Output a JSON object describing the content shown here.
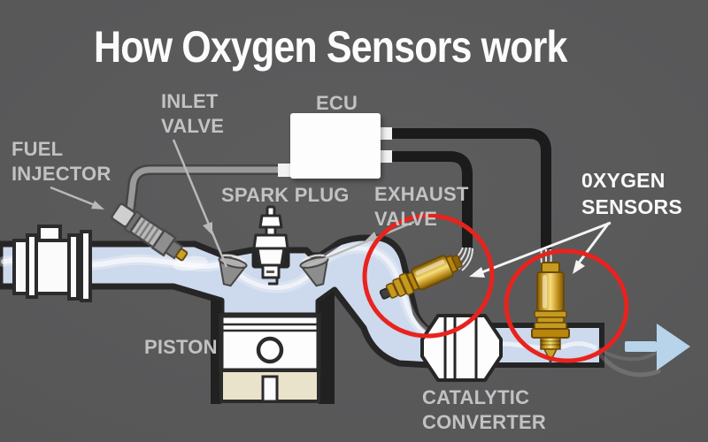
{
  "title": "How Oxygen Sensors work",
  "labels": {
    "fuel_injector": {
      "line1": "FUEL",
      "line2": "INJECTOR"
    },
    "inlet_valve": {
      "line1": "INLET",
      "line2": "VALVE"
    },
    "ecu": "ECU",
    "spark_plug": "SPARK PLUG",
    "exhaust_valve": {
      "line1": "EXHAUST",
      "line2": "VALVE"
    },
    "oxygen_sensors": {
      "line1": "0XYGEN",
      "line2": "SENSORS"
    },
    "piston": "PISTON",
    "catalytic_converter": {
      "line1": "CATALYTIC",
      "line2": "CONVERTER"
    }
  },
  "colors": {
    "background": "#585859",
    "title_text": "#fcfcfc",
    "label_text": "#c2c2c2",
    "highlight_label_text": "#fafafa",
    "annotation_red": "#e8231e",
    "flow_blue": "#cdd9ec",
    "exhaust_arrow_blue": "#b7d4ea",
    "sensor_gold": "#d9a520",
    "cable_black": "#1b1b1b",
    "component_white": "#fbfbfb",
    "outline_dark": "#262626",
    "piston_skirt_cream": "#eae3cb"
  }
}
